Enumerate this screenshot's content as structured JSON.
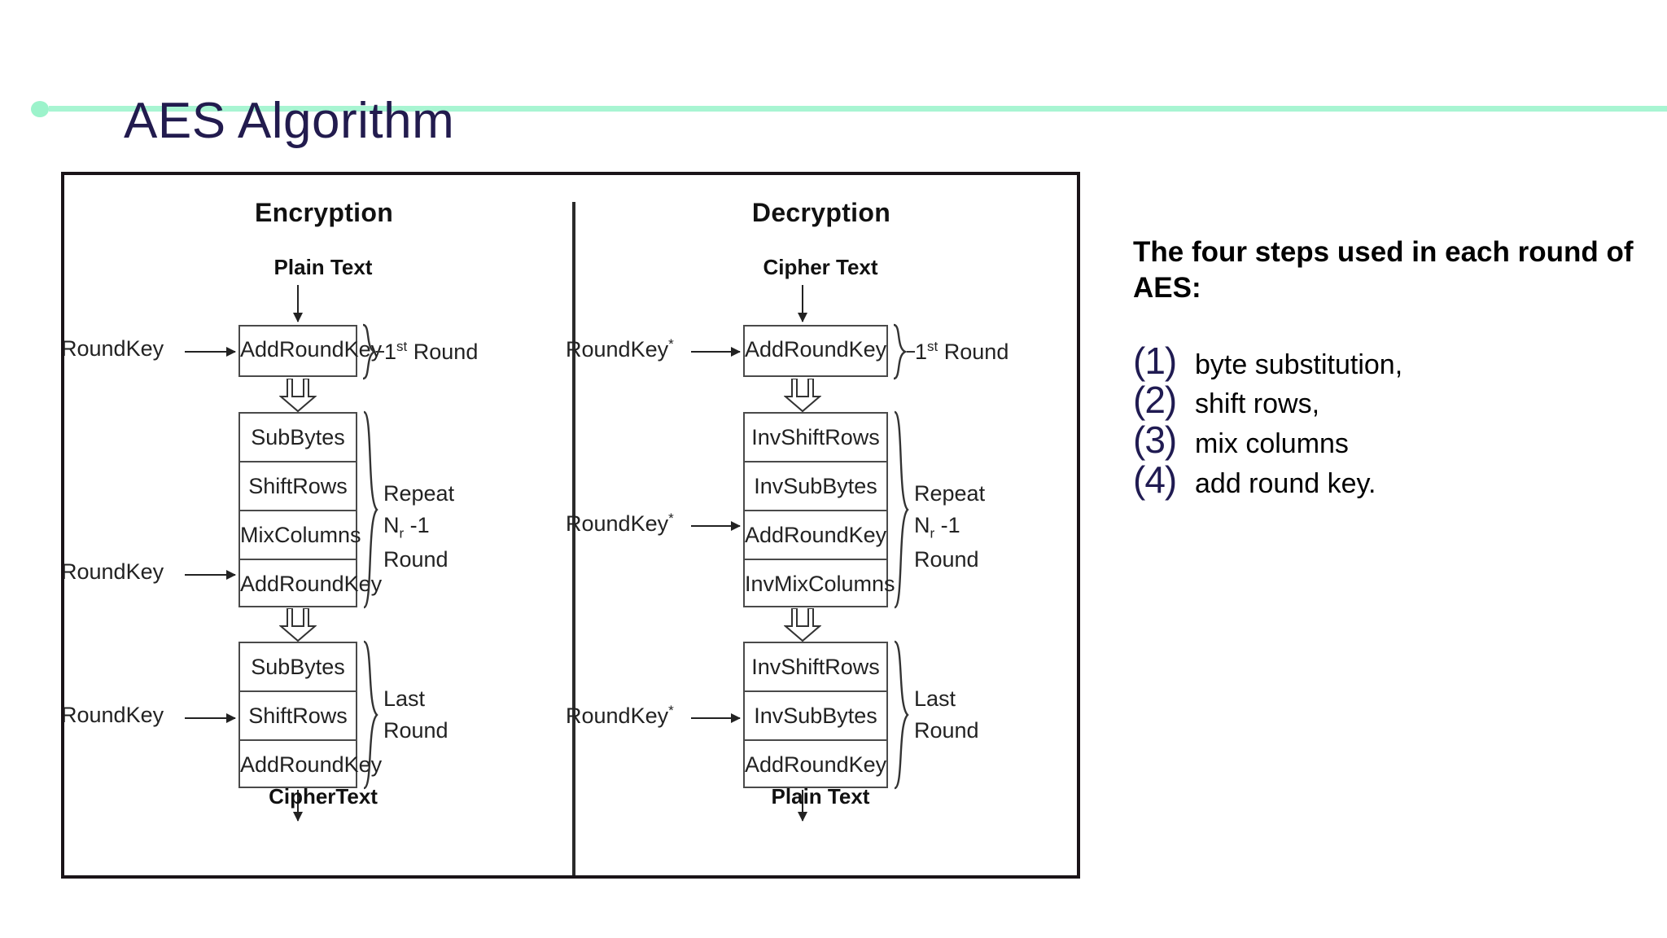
{
  "slide": {
    "title": "AES Algorithm",
    "accent_color": "#a8f5d2",
    "title_color": "#221b4e"
  },
  "diagram": {
    "encryption": {
      "heading": "Encryption",
      "input_label": "Plain Text",
      "output_label": "CipherText",
      "key_label": "RoundKey",
      "key_label_sup": "",
      "rounds": [
        {
          "name": "first-round",
          "boxes": [
            "AddRoundKey"
          ],
          "round_label": "1st Round",
          "round_label_sup": "st"
        },
        {
          "name": "repeat-round",
          "boxes": [
            "SubBytes",
            "ShiftRows",
            "MixColumns",
            "AddRoundKey"
          ],
          "round_label_lines": [
            "Repeat",
            "Nr -1",
            "Round"
          ]
        },
        {
          "name": "last-round",
          "boxes": [
            "SubBytes",
            "ShiftRows",
            "AddRoundKey"
          ],
          "round_label_lines": [
            "Last",
            "Round"
          ]
        }
      ]
    },
    "decryption": {
      "heading": "Decryption",
      "input_label": "Cipher Text",
      "output_label": "Plain Text",
      "key_label": "RoundKey",
      "key_label_sup": "*",
      "rounds": [
        {
          "name": "first-round",
          "boxes": [
            "AddRoundKey"
          ],
          "round_label": "1st Round",
          "round_label_sup": "st"
        },
        {
          "name": "repeat-round",
          "boxes": [
            "InvShiftRows",
            "InvSubBytes",
            "AddRoundKey",
            "InvMixColumns"
          ],
          "round_label_lines": [
            "Repeat",
            "Nr -1",
            "Round"
          ]
        },
        {
          "name": "last-round",
          "boxes": [
            "InvShiftRows",
            "InvSubBytes",
            "AddRoundKey"
          ],
          "round_label_lines": [
            "Last",
            "Round"
          ]
        }
      ]
    }
  },
  "steps_panel": {
    "heading": "The four steps used in each round of AES:",
    "number_color": "#201b52",
    "items": [
      {
        "number": "(1)",
        "text": "byte substitution,"
      },
      {
        "number": "(2)",
        "text": "shift rows,"
      },
      {
        "number": "(3)",
        "text": "mix columns"
      },
      {
        "number": "(4)",
        "text": "add round key."
      }
    ]
  },
  "labels": {
    "repeat_word": "Repeat",
    "nr_prefix": "N",
    "nr_sub": "r",
    "nr_suffix": " -1",
    "round_word": "Round",
    "last_word": "Last"
  }
}
